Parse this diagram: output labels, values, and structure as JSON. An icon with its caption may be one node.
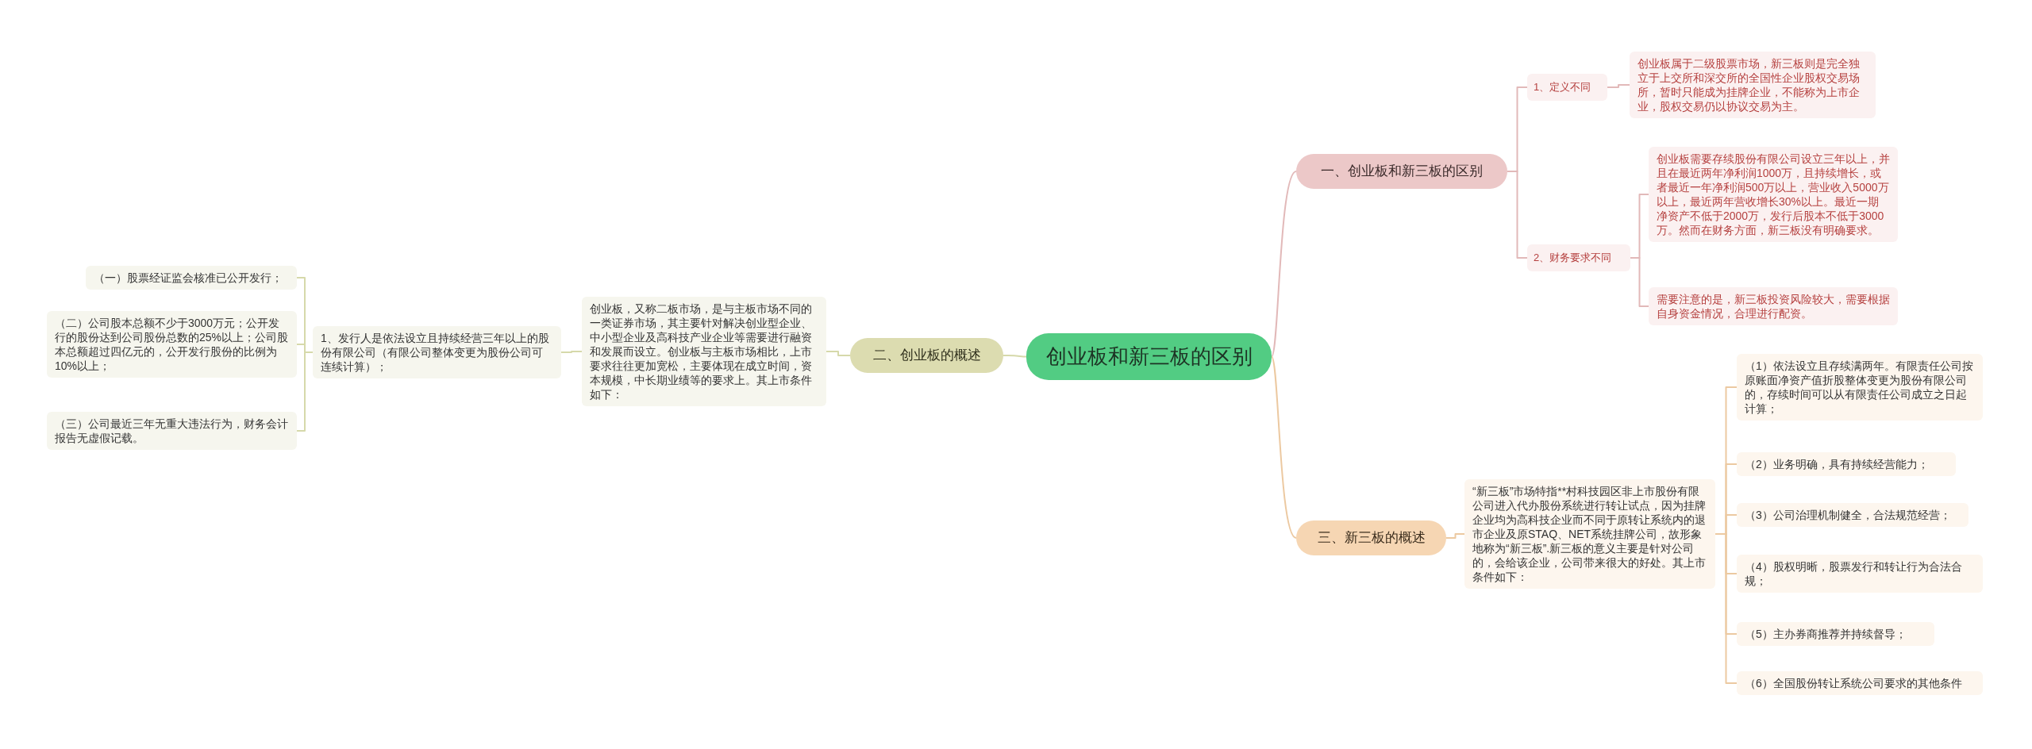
{
  "diagram": {
    "nodes": [
      {
        "text": [
          "创业板和新三板的区别"
        ]
      },
      {
        "text": [
          "一、创业板和新三板的区别"
        ]
      },
      {
        "text": [
          "1、定义不同"
        ]
      },
      {
        "text": [
          "创业板属于二级股票市场，新三板则是完全独立于上交所和深交所的全国性企业股权交易场所，暂时只能成为挂牌企业，不能称为上市企业，股权交易仍以协议交易为主。"
        ]
      },
      {
        "text": [
          "2、财务要求不同"
        ]
      },
      {
        "text": [
          "创业板需要存续股份有限公司设立三年以上，并且在最近两年净利润1000万，且持续增长，或者最近一年净利润500万以上，营业收入5000万以上，最近两年营收增长30%以上。最近一期净资产不低于2000万，发行后股本不低于3000万。然而在财务方面，新三板没有明确要求。"
        ]
      },
      {
        "text": [
          "需要注意的是，新三板投资风险较大，需要根据自身资金情况，合理进行配资。"
        ]
      },
      {
        "text": [
          "二、创业板的概述"
        ]
      },
      {
        "text": [
          "创业板，又称二板市场，是与主板市场不同的一类证券市场，其主要针对解决创业型企业、中小型企业及高科技产业企业等需要进行融资和发展而设立。创业板与主板市场相比，上市要求往往更加宽松，主要体现在成立时间，资本规模，中长期业绩等的要求上。其上市条件如下："
        ]
      },
      {
        "text": [
          "1、发行人是依法设立且持续经营三年以上的股份有限公司（有限公司整体变更为股份公司可连续计算）；"
        ]
      },
      {
        "text": [
          "（一）股票经证监会核准已公开发行；"
        ]
      },
      {
        "text": [
          "（二）公司股本总额不少于3000万元；公开发行的股份达到公司股份总数的25%以上；公司股本总额超过四亿元的，公开发行股份的比例为10%以上；"
        ]
      },
      {
        "text": [
          "（三）公司最近三年无重大违法行为，财务会计报告无虚假记载。"
        ]
      },
      {
        "text": [
          "三、新三板的概述"
        ]
      },
      {
        "text": [
          "“新三板”市场特指**村科技园区非上市股份有限公司进入代办股份系统进行转让试点，因为挂牌企业均为高科技企业而不同于原转让系统内的退市企业及原STAQ、NET系统挂牌公司，故形象地称为“新三板”.新三板的意义主要是针对公司的，会给该企业，公司带来很大的好处。其上市条件如下："
        ]
      },
      {
        "text": [
          "（1）依法设立且存续满两年。有限责任公司按原账面净资产值折股整体变更为股份有限公司的，存续时间可以从有限责任公司成立之日起计算；"
        ]
      },
      {
        "text": [
          "（2）业务明确，具有持续经营能力；"
        ]
      },
      {
        "text": [
          "（3）公司治理机制健全，合法规范经营；"
        ]
      },
      {
        "text": [
          "（4）股权明晰，股票发行和转让行为合法合规；"
        ]
      },
      {
        "text": [
          "（5）主办券商推荐并持续督导；"
        ]
      },
      {
        "text": [
          "（6）全国股份转让系统公司要求的其他条件"
        ]
      }
    ],
    "edges": [
      {
        "from": 0,
        "to": 1,
        "arrow": "none",
        "color": "#e2b9b9"
      },
      {
        "from": 1,
        "to": 2,
        "arrow": "none",
        "color": "#e2b9b9"
      },
      {
        "from": 2,
        "to": 3,
        "arrow": "none",
        "color": "#e2b9b9"
      },
      {
        "from": 1,
        "to": 4,
        "arrow": "none",
        "color": "#e2b9b9"
      },
      {
        "from": 4,
        "to": 5,
        "arrow": "none",
        "color": "#e2b9b9"
      },
      {
        "from": 4,
        "to": 6,
        "arrow": "none",
        "color": "#e2b9b9"
      },
      {
        "from": 0,
        "to": 7,
        "arrow": "none",
        "color": "#d6d9aa"
      },
      {
        "from": 7,
        "to": 8,
        "arrow": "none",
        "color": "#d6d9aa"
      },
      {
        "from": 8,
        "to": 9,
        "arrow": "none",
        "color": "#d6d9aa"
      },
      {
        "from": 9,
        "to": 10,
        "arrow": "none",
        "color": "#d6d9aa"
      },
      {
        "from": 9,
        "to": 11,
        "arrow": "none",
        "color": "#d6d9aa"
      },
      {
        "from": 9,
        "to": 12,
        "arrow": "none",
        "color": "#d6d9aa"
      },
      {
        "from": 0,
        "to": 13,
        "arrow": "none"
      },
      {
        "from": 13,
        "to": 14,
        "arrow": "none"
      },
      {
        "from": 14,
        "to": 15,
        "arrow": "none"
      },
      {
        "from": 14,
        "to": 16,
        "arrow": "none"
      },
      {
        "from": 14,
        "to": 17,
        "arrow": "none"
      },
      {
        "from": 14,
        "to": 18,
        "arrow": "none"
      },
      {
        "from": 14,
        "to": 19,
        "arrow": "none"
      },
      {
        "from": 14,
        "to": 20,
        "arrow": "none"
      }
    ]
  }
}
